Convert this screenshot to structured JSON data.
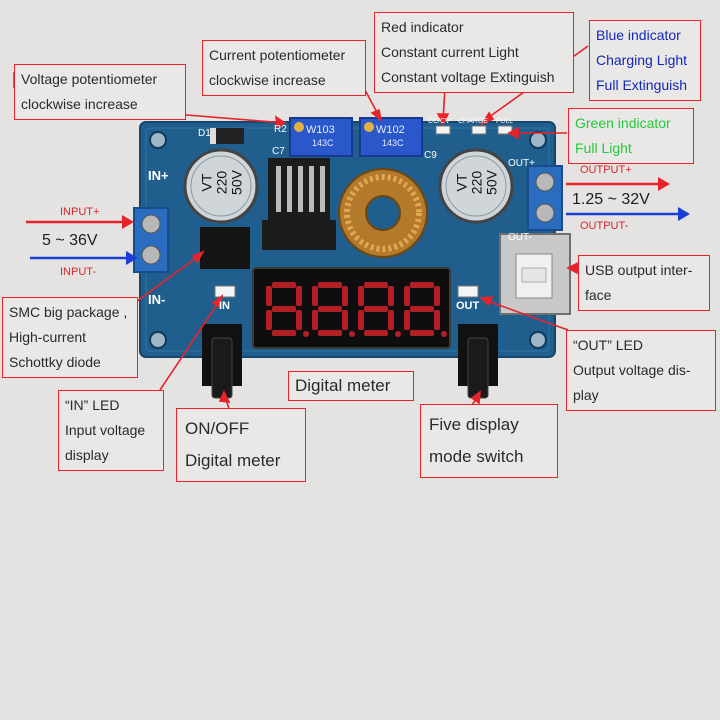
{
  "labels": {
    "voltage_pot": [
      "Voltage potentiometer",
      "clockwise increase"
    ],
    "current_pot": [
      "Current potentiometer",
      "clockwise increase"
    ],
    "red_indicator": [
      "Red indicator",
      "Constant current Light",
      "Constant voltage Extinguish"
    ],
    "blue_indicator": [
      "Blue indicator",
      "Charging Light",
      "Full Extinguish"
    ],
    "green_indicator": [
      "Green indicator",
      "Full Light"
    ],
    "usb_output": [
      "USB output inter-",
      "face"
    ],
    "smc_diode": [
      "SMC big package ,",
      "High-current",
      "Schottky diode"
    ],
    "out_led": [
      "“OUT”   LED",
      "Output voltage dis-",
      "play"
    ],
    "in_led": [
      "“IN”   LED",
      "Input voltage",
      "display"
    ],
    "digital_meter": [
      "Digital meter"
    ],
    "onoff_meter": [
      "ON/OFF",
      "Digital meter"
    ],
    "five_display": [
      "Five display",
      "mode switch"
    ]
  },
  "io": {
    "input_plus": "INPUT+",
    "input_minus": "INPUT-",
    "input_range": "5 ~ 36V",
    "output_plus": "OUTPUT+",
    "output_minus": "OUTPUT-",
    "output_range": "1.25 ~ 32V"
  },
  "board": {
    "in_plus": "IN+",
    "in_minus": "IN-",
    "out_plus": "OUT+",
    "out_minus": "OUT-",
    "led_in": "IN",
    "led_out": "OUT",
    "pot_left": "W103",
    "pot_right": "W102",
    "pot_code": "143C",
    "cap_left": [
      "VT",
      "220",
      "50V"
    ],
    "cap_right": [
      "VT",
      "220",
      "50V"
    ],
    "ref_d1": "D1",
    "ref_r2": "R2",
    "ref_c7": "C7",
    "ref_c9": "C9",
    "indicator_tags": [
      "CC/CV",
      "CHARGE",
      "FULL"
    ],
    "display": "8.8.8.8"
  },
  "colors": {
    "label_border": "#e8232a",
    "arrow_red": "#e8232a",
    "arrow_blue": "#1b3fd6",
    "blue_text": "#1428b8",
    "green_text": "#22c93a",
    "pcb": "#1f5e8d"
  }
}
